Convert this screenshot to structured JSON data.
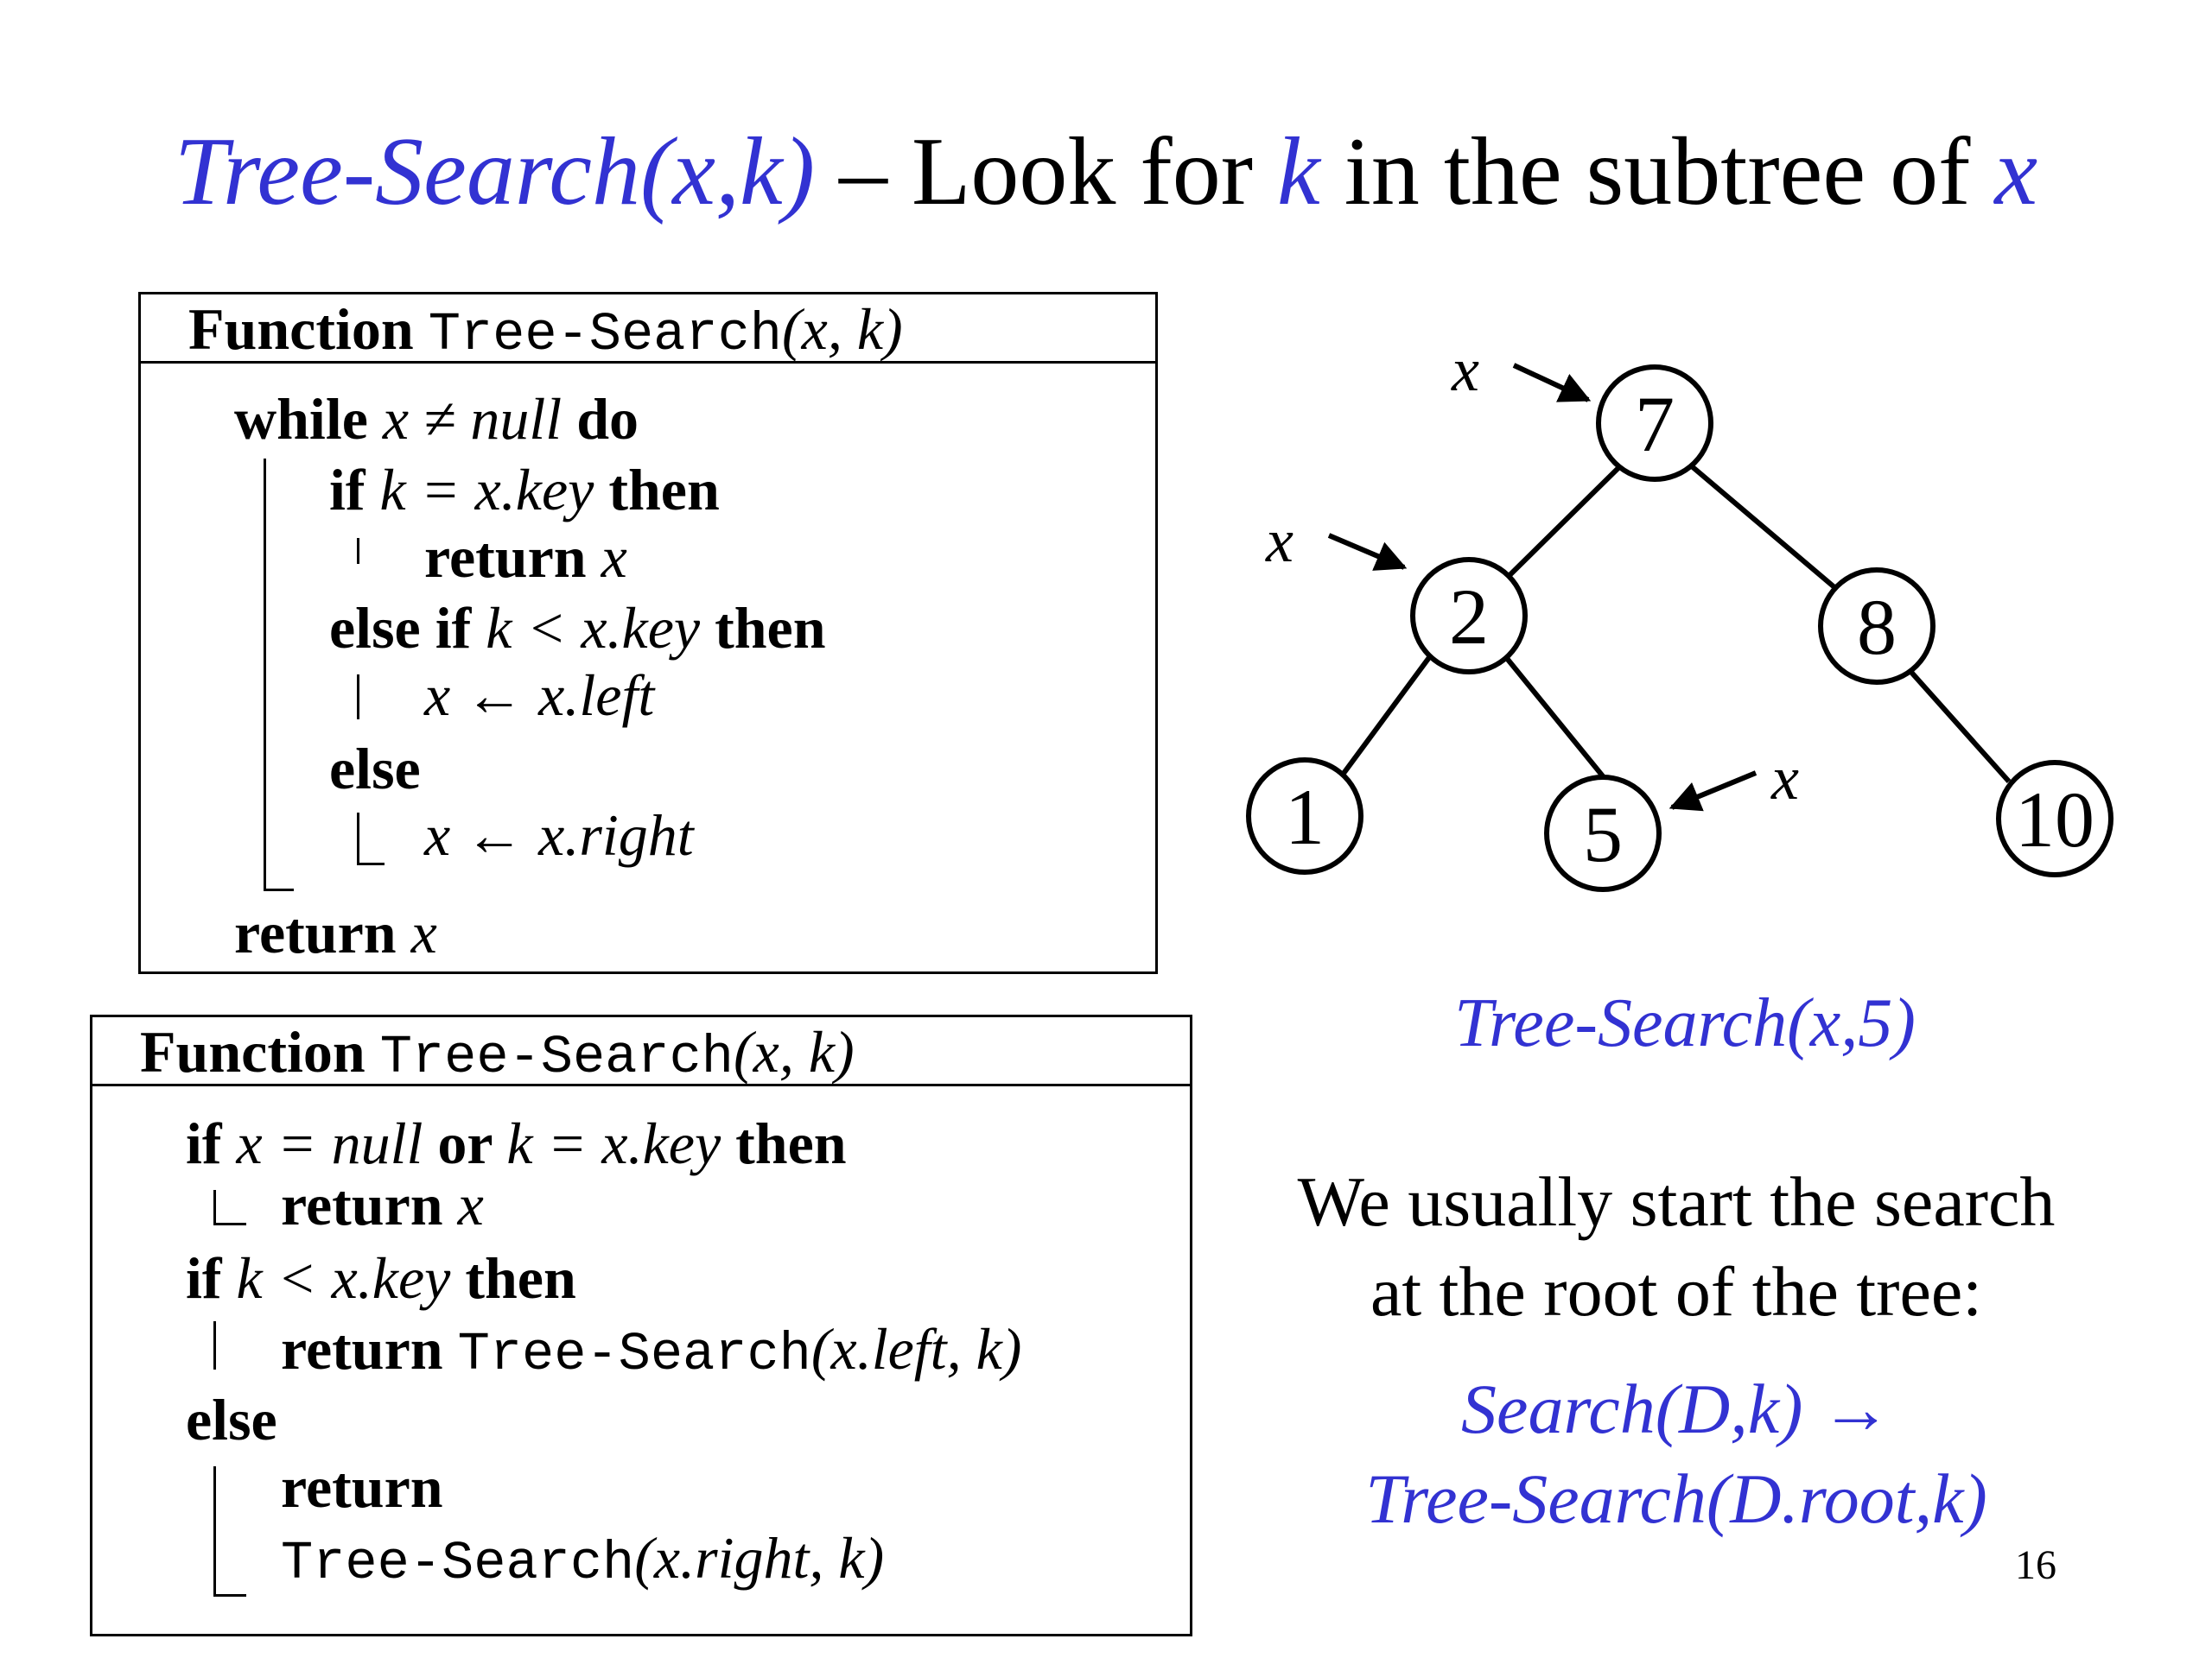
{
  "slide": {
    "title_call": "Tree-Search(x,k)",
    "title_dash": " – Look for ",
    "title_k": "k",
    "title_mid": " in the subtree of ",
    "title_x": "x",
    "page_number": "16"
  },
  "algo1": {
    "head_function": "Function ",
    "head_name": "Tree-Search",
    "head_args": "(x, k)",
    "l1_kw1": "while ",
    "l1_math": "x ≠ null",
    "l1_kw2": " do",
    "l2_kw1": "if ",
    "l2_math": "k = x.key",
    "l2_kw2": " then",
    "l3_kw": "return ",
    "l3_math": "x",
    "l4_kw1": "else if ",
    "l4_math": "k < x.key",
    "l4_kw2": " then",
    "l5_math": "x ← x.left",
    "l6_kw": "else",
    "l7_math": "x ← x.right",
    "l8_kw": "return ",
    "l8_math": "x"
  },
  "algo2": {
    "head_function": "Function ",
    "head_name": "Tree-Search",
    "head_args": "(x, k)",
    "l1_kw1": "if ",
    "l1_math1": "x = null",
    "l1_kw2": " or ",
    "l1_math2": "k = x.key",
    "l1_kw3": " then",
    "l2_kw": "return ",
    "l2_math": "x",
    "l3_kw1": "if ",
    "l3_math": "k < x.key",
    "l3_kw2": " then",
    "l4_kw": "return ",
    "l4_name": "Tree-Search",
    "l4_args": "(x.left, k)",
    "l5_kw": "else",
    "l6_kw": "return",
    "l7_name": "Tree-Search",
    "l7_args": "(x.right, k)"
  },
  "tree": {
    "nodes": [
      "7",
      "2",
      "8",
      "1",
      "5",
      "10"
    ],
    "pointer_label": "x"
  },
  "caption": "Tree-Search(x,5)",
  "note": {
    "line1": "We usually start the search",
    "line2": "at the root of the tree:",
    "search_call": "Search(D,k)",
    "arrow": "→",
    "tree_call": "Tree-Search(D.root,k)"
  },
  "colors": {
    "accent": "#3232d2",
    "text": "#000000"
  }
}
